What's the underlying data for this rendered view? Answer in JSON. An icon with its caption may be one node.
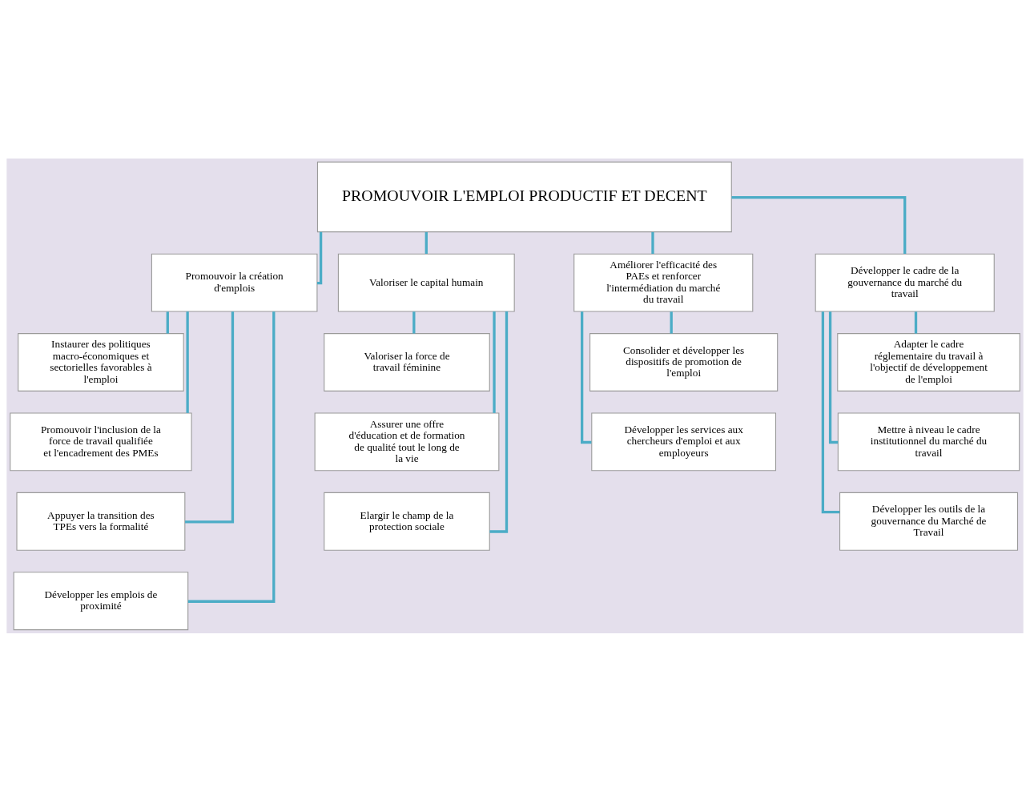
{
  "diagram": {
    "nodes": [
      {
        "text": [
          "PROMOUVOIR L'EMPLOI PRODUCTIF ET DECENT"
        ]
      },
      {
        "text": [
          "Promouvoir la création d'emplois"
        ]
      },
      {
        "text": [
          "Valoriser le capital humain"
        ]
      },
      {
        "text": [
          "Améliorer l'efficacité des PAEs et renforcer l'intermédiation du marché du travail"
        ]
      },
      {
        "text": [
          "Développer le cadre de la gouvernance du marché du travail"
        ]
      },
      {
        "text": [
          "Instaurer des politiques macro-économiques et sectorielles favorables à l'emploi"
        ]
      },
      {
        "text": [
          "Promouvoir l'inclusion de la force de travail qualifiée et l'encadrement des PMEs"
        ]
      },
      {
        "text": [
          "Appuyer la transition des TPEs vers la formalité"
        ]
      },
      {
        "text": [
          "Développer les emplois de proximité"
        ]
      },
      {
        "text": [
          "Valoriser la force de travail féminine"
        ]
      },
      {
        "text": [
          "Assurer une offre d'éducation et de formation de qualité tout le long de la vie"
        ]
      },
      {
        "text": [
          "Elargir le champ de la protection sociale"
        ]
      },
      {
        "text": [
          "Consolider et développer les dispositifs de promotion de l'emploi"
        ]
      },
      {
        "text": [
          "Développer les services aux chercheurs d'emploi et aux employeurs"
        ]
      },
      {
        "text": [
          "Adapter le cadre réglementaire du travail à l'objectif de développement de l'emploi"
        ]
      },
      {
        "text": [
          "Mettre à niveau le cadre institutionnel du marché du travail"
        ]
      },
      {
        "text": [
          "Développer les outils de la gouvernance du Marché de Travail"
        ]
      }
    ],
    "edges": [
      {
        "from": 0,
        "to": 1,
        "arrow": "none"
      },
      {
        "from": 0,
        "to": 2,
        "arrow": "none"
      },
      {
        "from": 0,
        "to": 3,
        "arrow": "none"
      },
      {
        "from": 0,
        "to": 4,
        "arrow": "none"
      },
      {
        "from": 1,
        "to": 5,
        "arrow": "none"
      },
      {
        "from": 1,
        "to": 6,
        "arrow": "none"
      },
      {
        "from": 1,
        "to": 7,
        "arrow": "none"
      },
      {
        "from": 1,
        "to": 8,
        "arrow": "none"
      },
      {
        "from": 2,
        "to": 9,
        "arrow": "none"
      },
      {
        "from": 2,
        "to": 10,
        "arrow": "none"
      },
      {
        "from": 2,
        "to": 11,
        "arrow": "none"
      },
      {
        "from": 3,
        "to": 12,
        "arrow": "none"
      },
      {
        "from": 3,
        "to": 13,
        "arrow": "none"
      },
      {
        "from": 4,
        "to": 14,
        "arrow": "none"
      },
      {
        "from": 4,
        "to": 15,
        "arrow": "none"
      },
      {
        "from": 4,
        "to": 16,
        "arrow": "none"
      }
    ]
  }
}
